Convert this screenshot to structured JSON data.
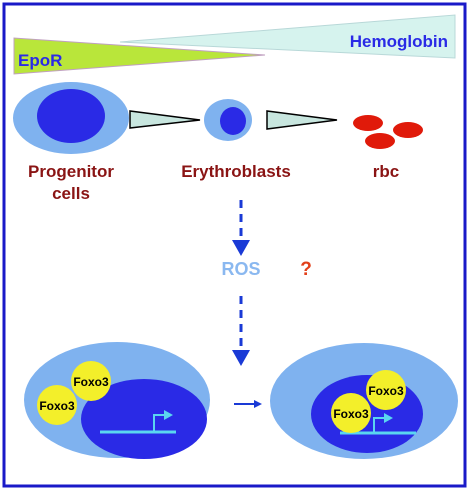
{
  "labels": {
    "epor": "EpoR",
    "hemoglobin": "Hemoglobin",
    "progenitor_line1": "Progenitor",
    "progenitor_line2": "cells",
    "erythroblasts": "Erythroblasts",
    "rbc": "rbc",
    "ros": "ROS",
    "question": "?",
    "foxo3": "Foxo3"
  },
  "colors": {
    "frame": "#1a1ac8",
    "cell_outer": "#7fb2ef",
    "cell_nucleus": "#2a2ae6",
    "epor_wedge": "#b9e63a",
    "hemoglobin_wedge": "#d6f3ee",
    "epor_text": "#2a2ae6",
    "hemoglobin_text": "#2a2ae6",
    "cell_label": "#8a1414",
    "ros": "#8ab8f0",
    "question": "#e2401a",
    "arrow": "#1a3ad6",
    "foxo3": "#f3ef2a",
    "gene": "#5ad6f0",
    "rbc": "#e01a0a",
    "triangle_fill": "#c8e6df"
  }
}
